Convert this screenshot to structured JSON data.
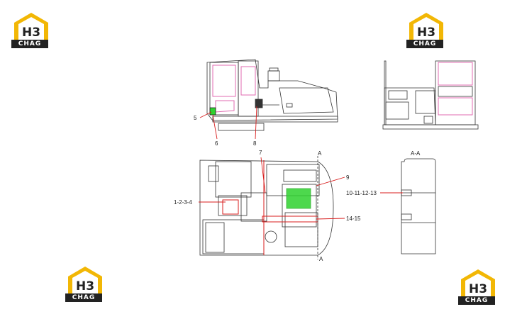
{
  "brand": {
    "logo_text": "CHAG",
    "colors": {
      "yellow": "#f2b705",
      "dark": "#222222"
    }
  },
  "callouts": {
    "c5": "5",
    "c6": "6",
    "c8": "8",
    "c7": "7",
    "c9": "9",
    "c1234": "1-2-3-4",
    "c10111213": "10-11-12-13",
    "c1415": "14-15",
    "sectionA_top": "A",
    "sectionA_bottom": "A",
    "section_title": "A-A"
  },
  "highlight_colors": {
    "pink": "#e06bb0",
    "red": "#d81e1e",
    "green": "#2fd22f"
  }
}
